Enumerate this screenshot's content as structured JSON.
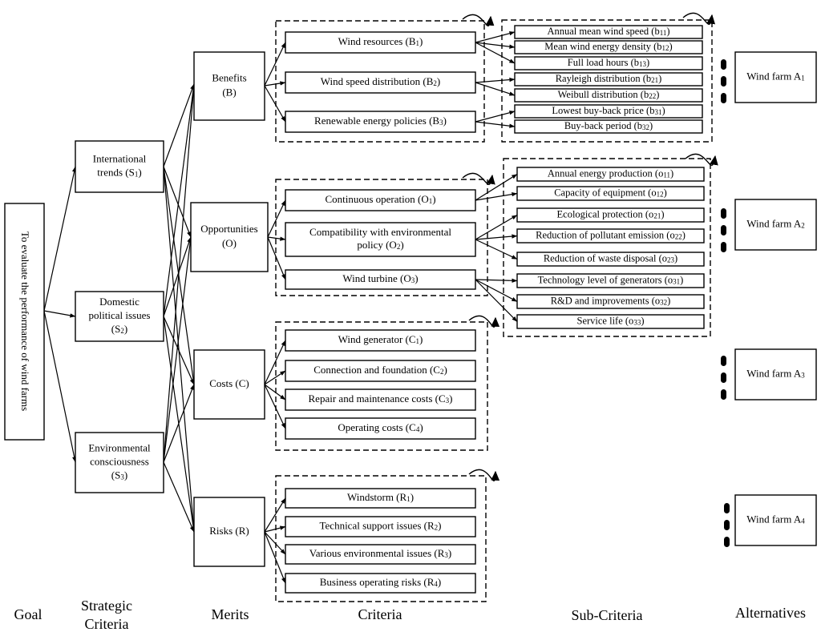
{
  "goal": {
    "text": "To evaluate the performance of wind farms"
  },
  "column_labels": {
    "goal": "Goal",
    "strategic_1": "Strategic",
    "strategic_2": "Criteria",
    "merits": "Merits",
    "criteria": "Criteria",
    "subcriteria": "Sub-Criteria",
    "alternatives": "Alternatives"
  },
  "strategic": [
    {
      "lines": [
        [
          "International"
        ],
        [
          "trends (S",
          "1",
          ")"
        ]
      ]
    },
    {
      "lines": [
        [
          "Domestic"
        ],
        [
          "political issues"
        ],
        [
          "(S",
          "2",
          ")"
        ]
      ]
    },
    {
      "lines": [
        [
          "Environmental"
        ],
        [
          "consciousness"
        ],
        [
          "(S",
          "3",
          ")"
        ]
      ]
    }
  ],
  "merits": [
    {
      "lines": [
        [
          "Benefits"
        ],
        [
          "(B)"
        ]
      ]
    },
    {
      "lines": [
        [
          "Opportunities"
        ],
        [
          "(O)"
        ]
      ]
    },
    {
      "lines": [
        [
          "Costs (C)"
        ]
      ]
    },
    {
      "lines": [
        [
          "Risks (R)"
        ]
      ]
    }
  ],
  "criteria": {
    "benefits": [
      {
        "lines": [
          [
            "Wind resources (B",
            "1",
            ")"
          ]
        ]
      },
      {
        "lines": [
          [
            "Wind speed distribution (B",
            "2",
            ")"
          ]
        ]
      },
      {
        "lines": [
          [
            "Renewable energy policies (B",
            "3",
            ")"
          ]
        ]
      }
    ],
    "opportunities": [
      {
        "lines": [
          [
            "Continuous operation  (O",
            "1",
            ")"
          ]
        ]
      },
      {
        "lines": [
          [
            "Compatibility with environmental"
          ],
          [
            "policy (O",
            "2",
            ")"
          ]
        ]
      },
      {
        "lines": [
          [
            "Wind turbine (O",
            "3",
            ")"
          ]
        ]
      }
    ],
    "costs": [
      {
        "lines": [
          [
            "Wind generator (C",
            "1",
            ")"
          ]
        ]
      },
      {
        "lines": [
          [
            "Connection and foundation (C",
            "2",
            ")"
          ]
        ]
      },
      {
        "lines": [
          [
            "Repair and maintenance costs (C",
            "3",
            ")"
          ]
        ]
      },
      {
        "lines": [
          [
            "Operating costs (C",
            "4",
            ")"
          ]
        ]
      }
    ],
    "risks": [
      {
        "lines": [
          [
            "Windstorm (R",
            "1",
            ")"
          ]
        ]
      },
      {
        "lines": [
          [
            "Technical support issues (R",
            "2",
            ")"
          ]
        ]
      },
      {
        "lines": [
          [
            "Various environmental issues (R",
            "3",
            ")"
          ]
        ]
      },
      {
        "lines": [
          [
            "Business operating risks (R",
            "4",
            ")"
          ]
        ]
      }
    ]
  },
  "subcriteria": {
    "benefits": [
      {
        "lines": [
          [
            "Annual mean wind speed (b",
            "11",
            ")"
          ]
        ]
      },
      {
        "lines": [
          [
            "Mean wind energy density (b",
            "12",
            ")"
          ]
        ]
      },
      {
        "lines": [
          [
            "Full load hours (b",
            "13",
            ")"
          ]
        ]
      },
      {
        "lines": [
          [
            "Rayleigh distribution (b",
            "21",
            ")"
          ]
        ]
      },
      {
        "lines": [
          [
            "Weibull distribution (b",
            "22",
            ")"
          ]
        ]
      },
      {
        "lines": [
          [
            "Lowest buy-back price (b",
            "31",
            ")"
          ]
        ]
      },
      {
        "lines": [
          [
            "Buy-back period (b",
            "32",
            ")"
          ]
        ]
      }
    ],
    "opportunities": [
      {
        "lines": [
          [
            "Annual energy production (o",
            "11",
            ")"
          ]
        ]
      },
      {
        "lines": [
          [
            "Capacity of equipment (o",
            "12",
            ")"
          ]
        ]
      },
      {
        "lines": [
          [
            "Ecological protection (o",
            "21",
            ")"
          ]
        ]
      },
      {
        "lines": [
          [
            "Reduction of pollutant emission (o",
            "22",
            ")"
          ]
        ]
      },
      {
        "lines": [
          [
            "Reduction of waste disposal (o",
            "23",
            ")"
          ]
        ]
      },
      {
        "lines": [
          [
            "Technology level of generators (o",
            "31",
            ")"
          ]
        ]
      },
      {
        "lines": [
          [
            "R&D and improvements (o",
            "32",
            ")"
          ]
        ]
      },
      {
        "lines": [
          [
            "Service life  (o",
            "33",
            ")"
          ]
        ]
      }
    ]
  },
  "alternatives": [
    {
      "lines": [
        [
          "Wind farm A",
          "1",
          ""
        ]
      ]
    },
    {
      "lines": [
        [
          "Wind farm A",
          "2",
          ""
        ]
      ]
    },
    {
      "lines": [
        [
          "Wind farm A",
          "3",
          ""
        ]
      ]
    },
    {
      "lines": [
        [
          "Wind farm A",
          "4",
          ""
        ]
      ]
    }
  ]
}
